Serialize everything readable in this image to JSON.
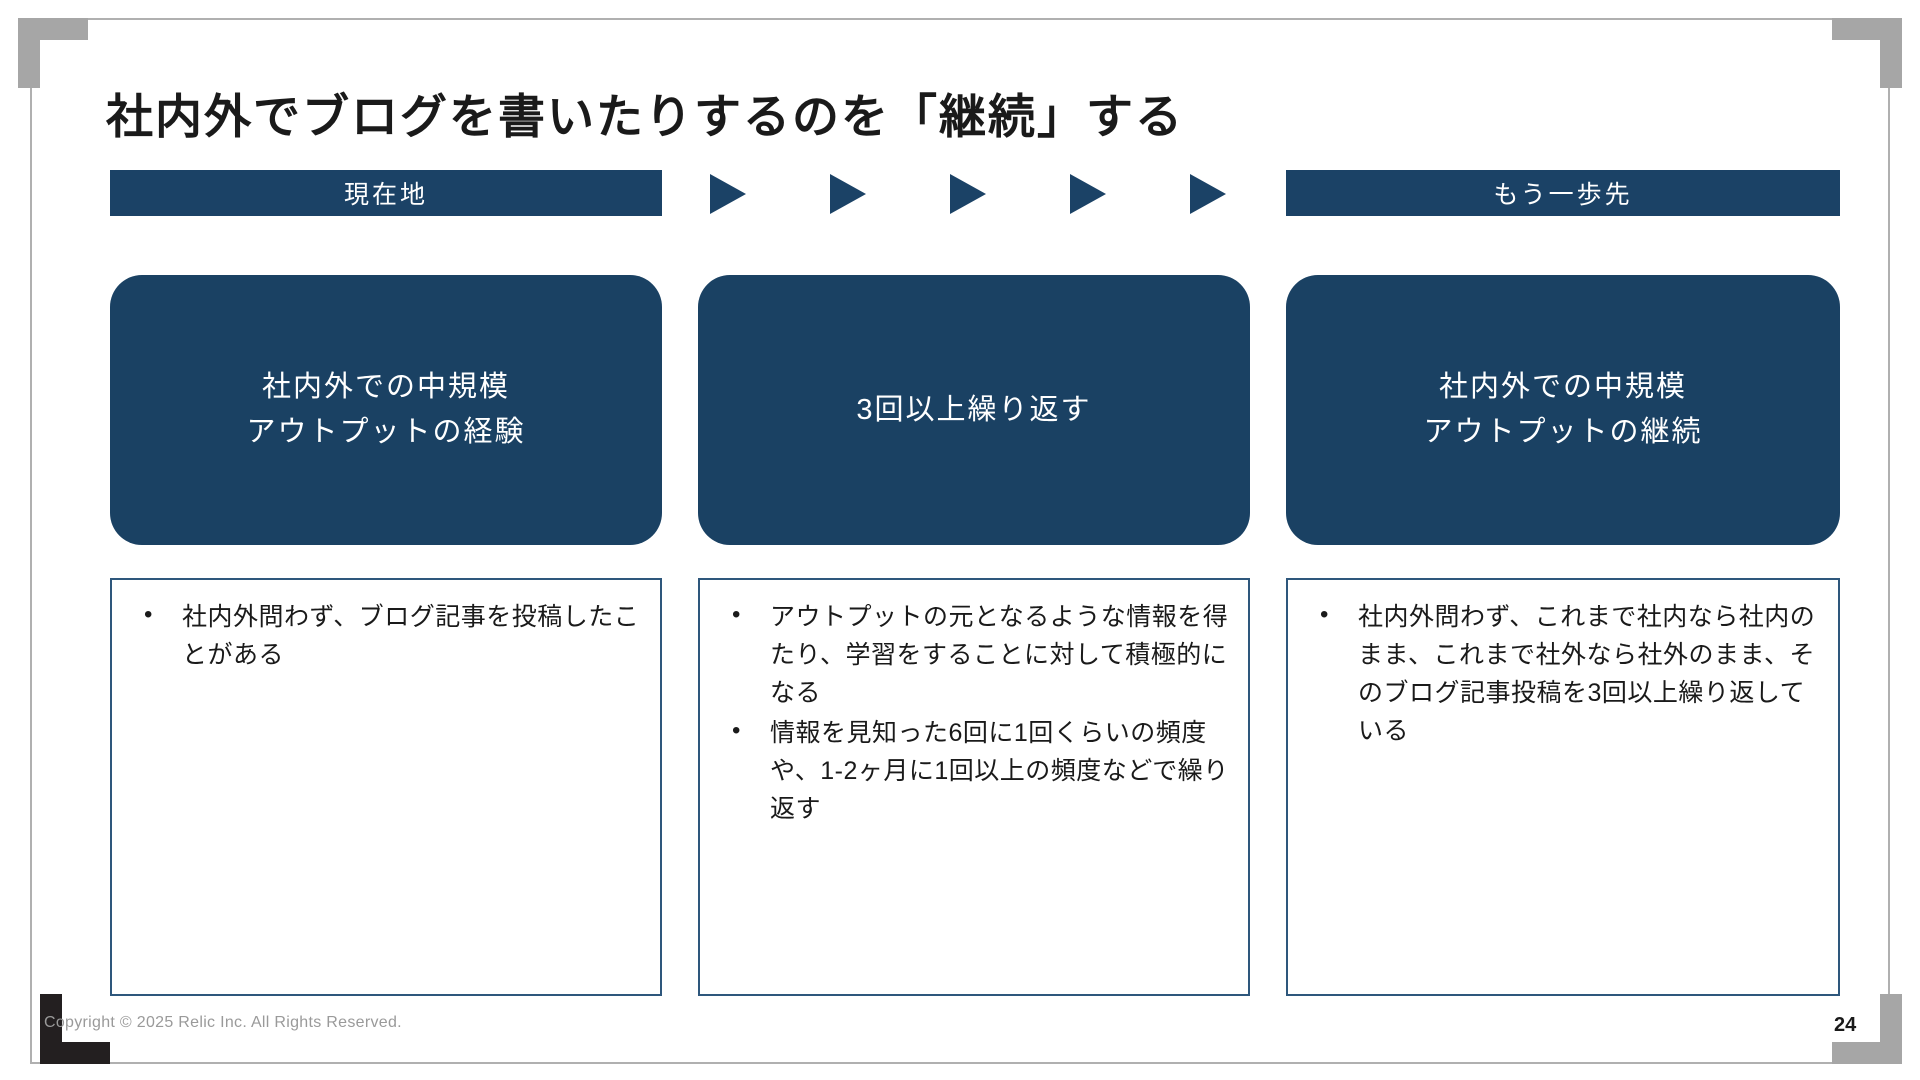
{
  "slide": {
    "title": "社内外でブログを書いたりするのを「継続」する",
    "page_number": "24",
    "copyright": "Copyright © 2025 Relic Inc. All Rights Reserved.",
    "accent_color": "#1a4163",
    "bar_color": "#1b4266",
    "panel_border_color": "#2e577c",
    "corner_bracket_color": "#a6a6a6"
  },
  "stage_headers": {
    "left_label": "現在地",
    "right_label": "もう一歩先",
    "arrow_count": 5
  },
  "stages": [
    {
      "box_line_1": "社内外での中規模",
      "box_line_2": "アウトプットの経験",
      "bullets": [
        "社内外問わず、ブログ記事を投稿したことがある"
      ]
    },
    {
      "box_line_1": "3回以上繰り返す",
      "box_line_2": "",
      "bullets": [
        "アウトプットの元となるような情報を得たり、学習をすることに対して積極的になる",
        "情報を見知った6回に1回くらいの頻度や、1-2ヶ月に1回以上の頻度などで繰り返す"
      ]
    },
    {
      "box_line_1": "社内外での中規模",
      "box_line_2": "アウトプットの継続",
      "bullets": [
        "社内外問わず、これまで社内なら社内のまま、これまで社外なら社外のまま、そのブログ記事投稿を3回以上繰り返している"
      ]
    }
  ]
}
